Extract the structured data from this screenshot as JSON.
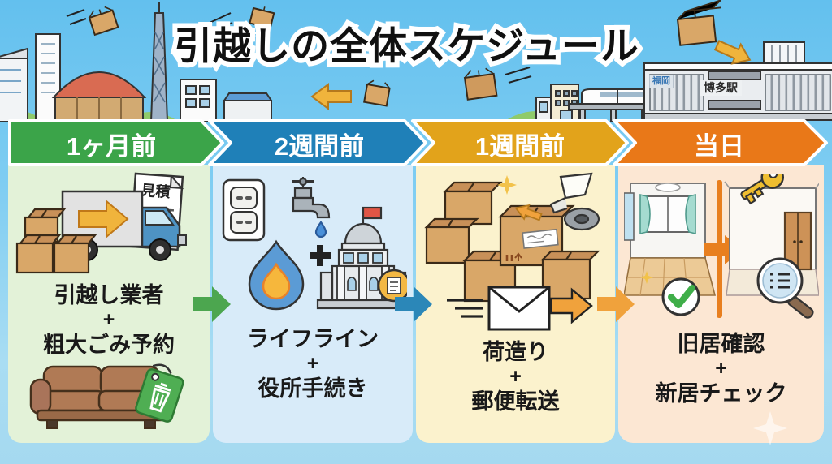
{
  "title": "引越しの全体スケジュール",
  "scene": {
    "icons": [
      "city-buildings-icon",
      "fukuoka-dome-icon",
      "fukuoka-tower-icon",
      "train-icon",
      "hakata-station-icon",
      "flying-box-icon",
      "move-arrow-icon",
      "hills-icon"
    ],
    "station": {
      "area_sign": "福岡",
      "name_sign": "博多駅"
    }
  },
  "timeline": {
    "steps": [
      {
        "label": "1ヶ月前",
        "color": "#3BA449",
        "panel_color": "#E3F2D8",
        "task1": "引越し業者",
        "joiner": "+",
        "task2": "粗大ごみ予約",
        "doc_label": "見積",
        "icons": [
          "cardboard-boxes-icon",
          "moving-truck-icon",
          "estimate-document-icon",
          "sofa-icon",
          "trash-tag-icon"
        ]
      },
      {
        "label": "2週間前",
        "color": "#1F80B8",
        "panel_color": "#D8EBF9",
        "task1": "ライフライン",
        "joiner": "+",
        "task2": "役所手続き",
        "icons": [
          "power-outlet-icon",
          "faucet-icon",
          "water-drop-icon",
          "gas-flame-icon",
          "plus-icon",
          "government-office-icon",
          "document-badge-icon"
        ]
      },
      {
        "label": "1週間前",
        "color": "#E2A31B",
        "panel_color": "#FBF2CD",
        "task1": "荷造り",
        "joiner": "+",
        "task2": "郵便転送",
        "icons": [
          "box-pile-icon",
          "sparkle-icon",
          "packing-tape-icon",
          "mail-envelope-icon",
          "speed-lines-icon",
          "forward-arrow-icon"
        ]
      },
      {
        "label": "当日",
        "color": "#E97818",
        "panel_color": "#FCE7D3",
        "task1": "旧居確認",
        "joiner": "+",
        "task2": "新居チェック",
        "icons": [
          "old-room-icon",
          "check-circle-icon",
          "divider-arrow-icon",
          "key-icon",
          "new-room-icon",
          "magnifier-checklist-icon"
        ]
      }
    ],
    "connectors": [
      {
        "color": "#4CA64F"
      },
      {
        "color": "#2B87B8"
      },
      {
        "color": "#F0A23C"
      }
    ]
  }
}
